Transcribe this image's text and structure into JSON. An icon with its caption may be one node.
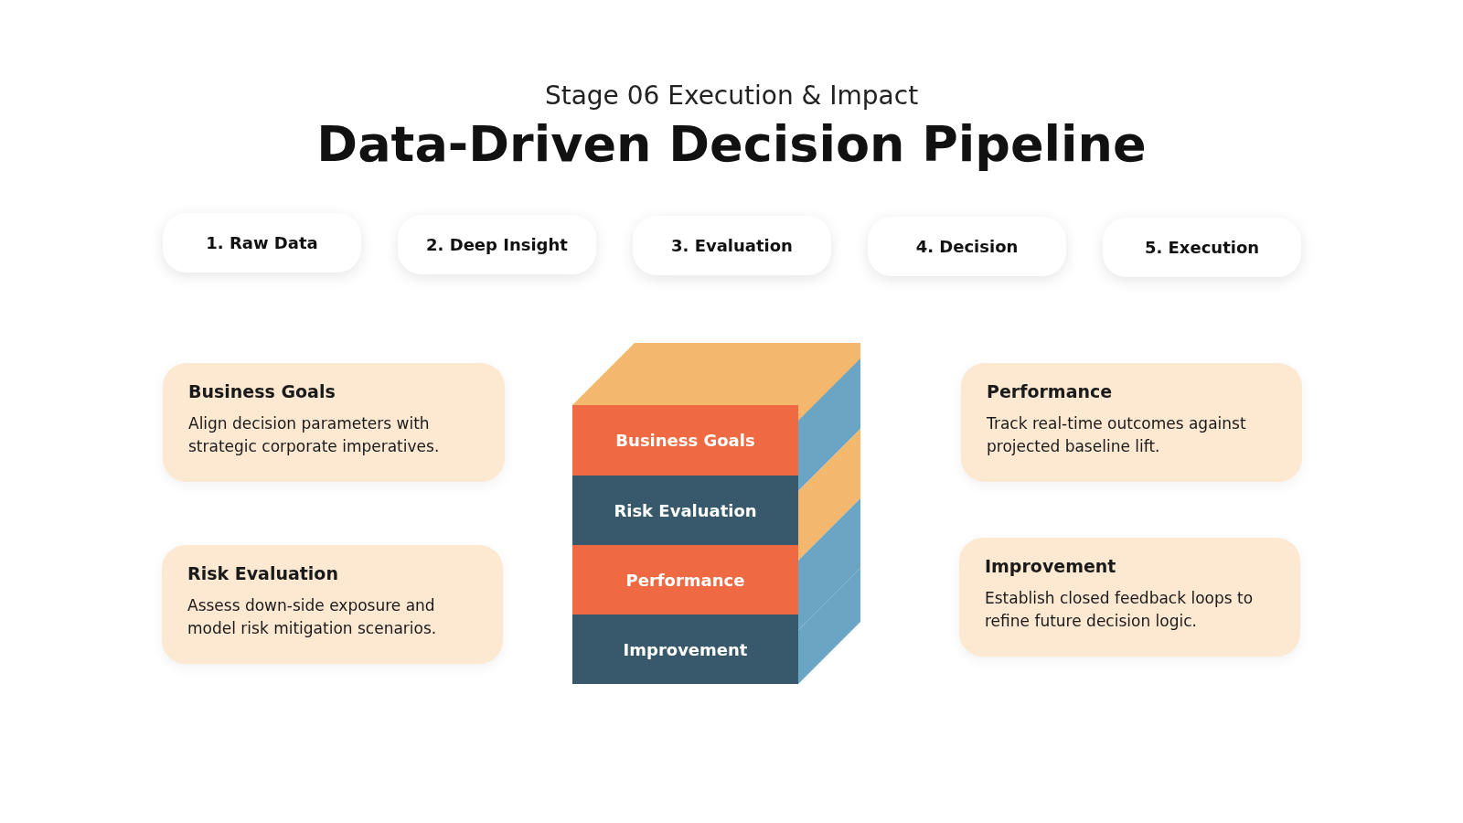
{
  "diagram": {
    "title": "Data-Driven Decision Pipeline",
    "nodes": [
      {
        "text": [
          "1. Raw Data"
        ]
      },
      {
        "text": [
          "2. Deep Insight"
        ]
      },
      {
        "text": [
          "3. Evaluation"
        ]
      },
      {
        "text": [
          "4. Decision"
        ]
      },
      {
        "text": [
          "5. Execution"
        ]
      },
      {
        "text": [
          "Business Goals",
          "Align decision parameters with strategic corporate imperatives."
        ]
      },
      {
        "text": [
          "Risk Evaluation",
          "Assess down-side exposure and model risk mitigation scenarios."
        ]
      },
      {
        "text": [
          "Business Goals"
        ]
      },
      {
        "text": [
          "Risk Evaluation"
        ]
      },
      {
        "text": [
          "Performance"
        ]
      },
      {
        "text": [
          "Improvement"
        ]
      },
      {
        "text": [
          "Performance",
          "Track real-time outcomes against projected baseline lift."
        ]
      },
      {
        "text": [
          "Improvement",
          "Establish closed feedback loops to refine future decision logic."
        ]
      }
    ],
    "labels": [
      "Stage 06 Execution & Impact"
    ]
  }
}
